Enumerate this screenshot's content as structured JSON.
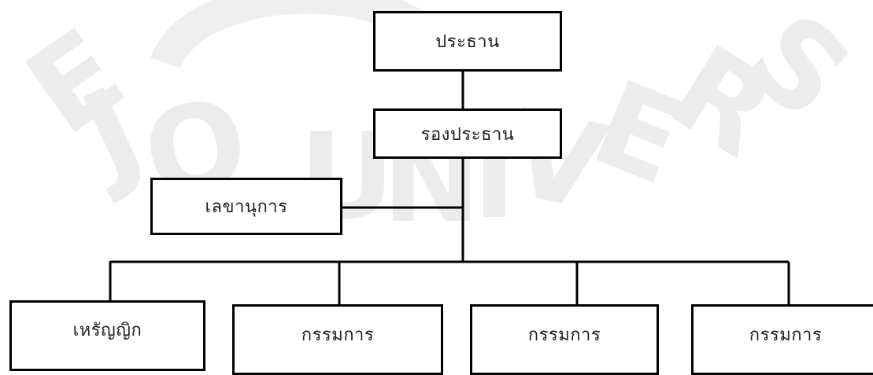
{
  "org_chart": {
    "chairman": "ประธาน",
    "vice_chairman": "รองประธาน",
    "secretary": "เลขานุการ",
    "treasurer": "เหรัญญิก",
    "committee_members": [
      "กรรมการ",
      "กรรมการ",
      "กรรมการ"
    ]
  },
  "watermark": {
    "text": "MAEJO UNIVERSITY",
    "color": "#ececec"
  }
}
